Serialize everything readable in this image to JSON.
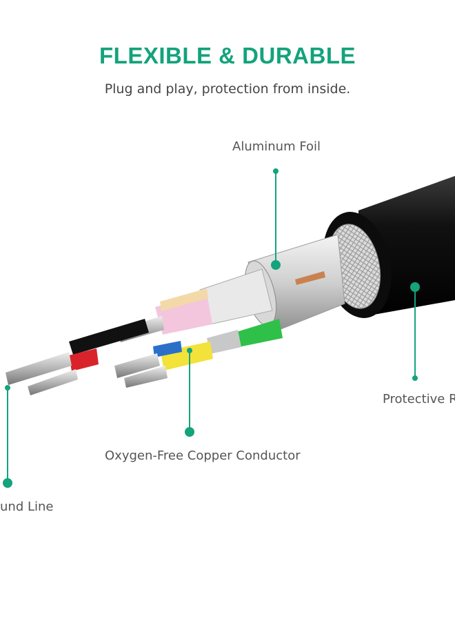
{
  "banner": {
    "title": "FLEXIBLE & DURABLE",
    "subtitle": "Plug and play, protection from inside."
  },
  "callouts": {
    "aluminum_foil": "Aluminum Foil",
    "protective": "Protective R",
    "conductor": "Oxygen-Free Copper Conductor",
    "ground_line": "und Line"
  },
  "colors": {
    "accent": "#14a37c",
    "jacket": "#1a1a1a",
    "text": "#555555"
  }
}
